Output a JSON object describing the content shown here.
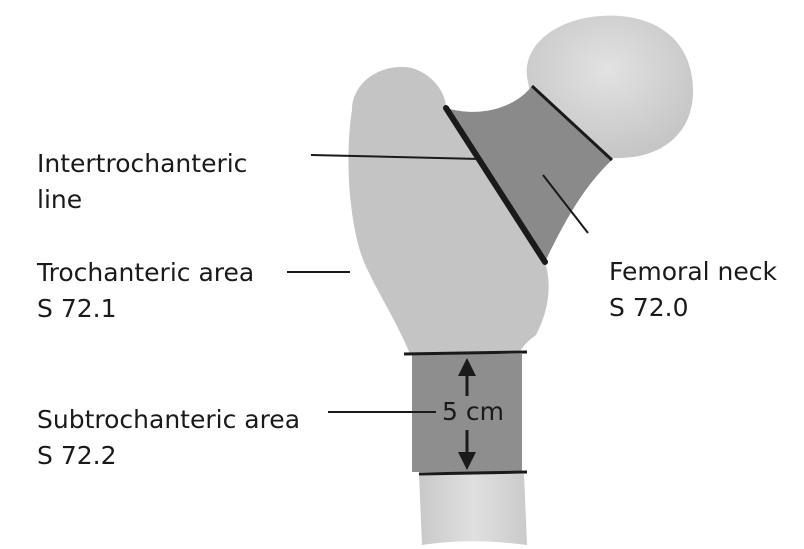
{
  "colors": {
    "bone_light": "#c4c4c4",
    "bone_dark": "#8a8a8a",
    "head": "#d4d4d4",
    "outline": "#1a1a1a",
    "text": "#1a1a1a"
  },
  "labels": {
    "intertrochanteric_line": [
      "Intertrochanteric",
      "line"
    ],
    "trochanteric_area": [
      "Trochanteric area",
      "S 72.1"
    ],
    "subtrochanteric_area": [
      "Subtrochanteric area",
      "S 72.2"
    ],
    "femoral_neck": [
      "Femoral neck",
      "S 72.0"
    ],
    "dimension": "5 cm"
  }
}
